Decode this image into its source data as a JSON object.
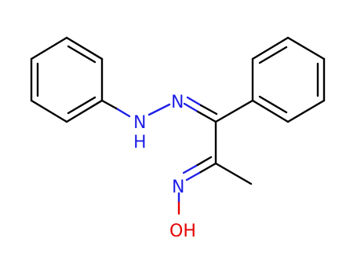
{
  "molecule": {
    "atom_labels": {
      "imine_n": "N",
      "hydrazine_n": "N",
      "hydrazine_h": "H",
      "oxime_n": "N",
      "hydroxyl": "OH"
    },
    "colors": {
      "carbon_bond": "#000000",
      "nitrogen": "#1f1fe6",
      "oxygen": "#e60000",
      "background": "#ffffff"
    }
  }
}
